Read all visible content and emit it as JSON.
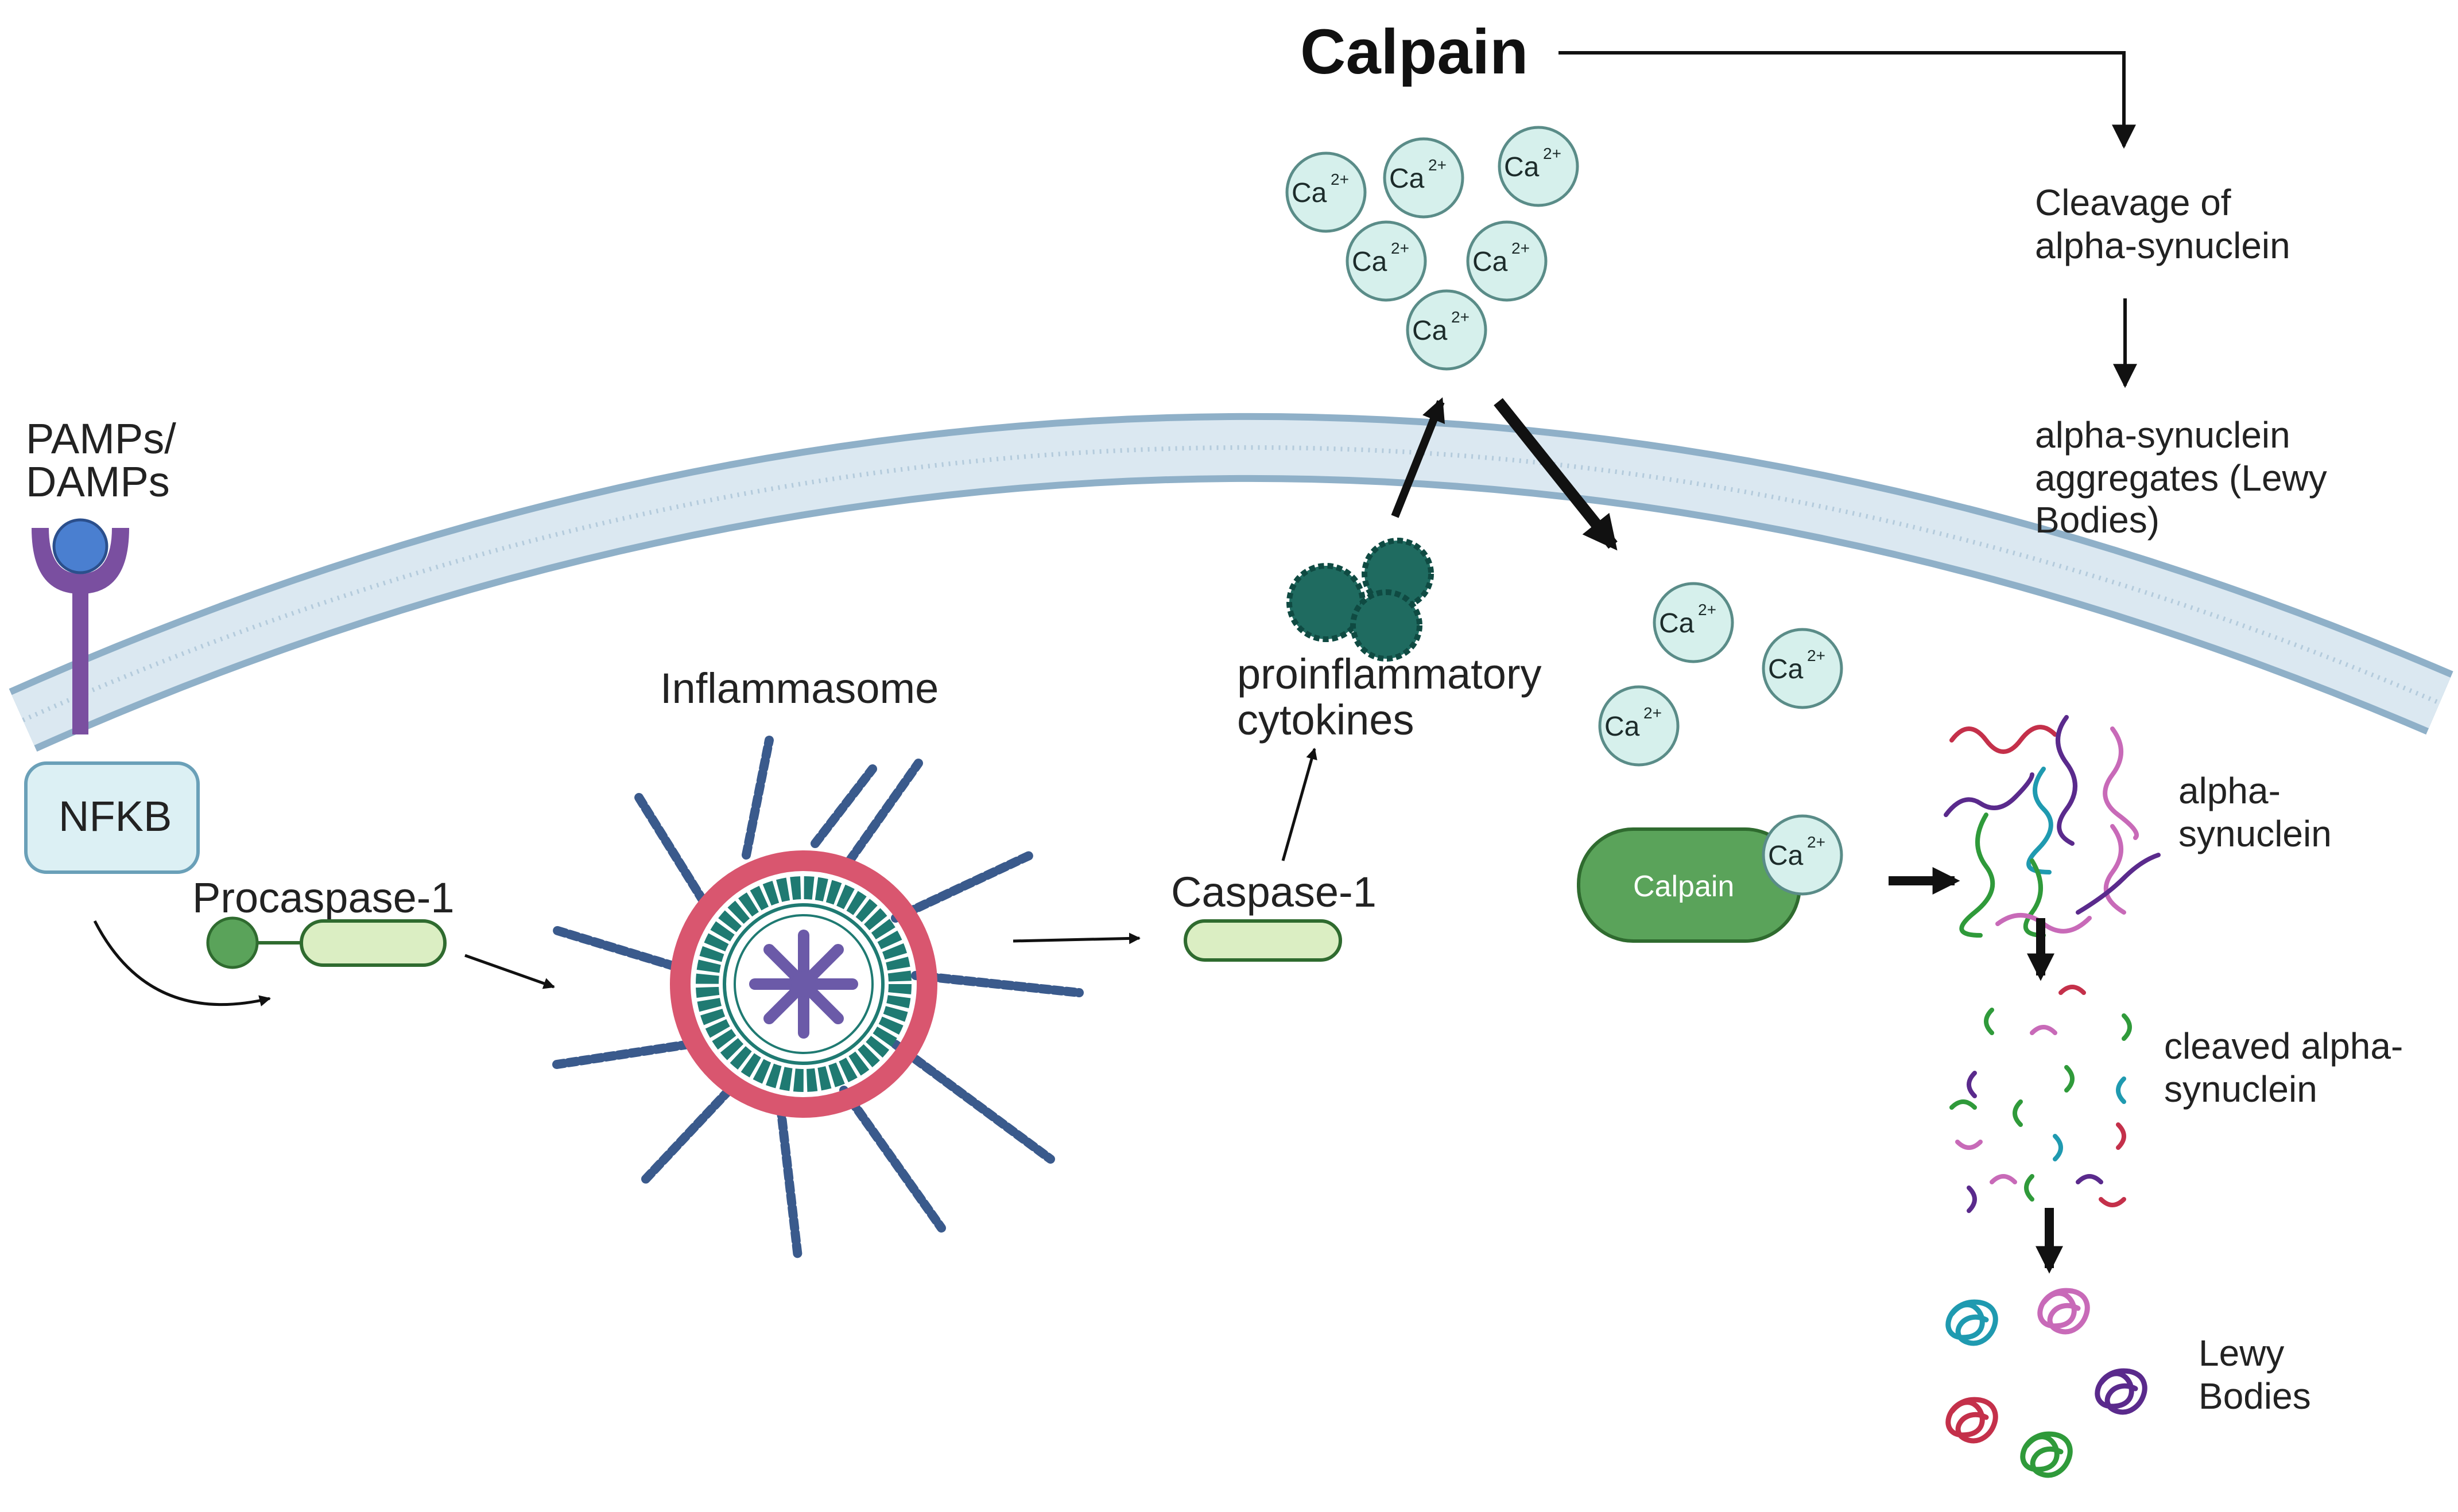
{
  "title": "Calpain",
  "labels": {
    "pamps": "PAMPs/",
    "damps": "DAMPs",
    "nfkb": "NFKB",
    "procaspase": "Procaspase-1",
    "inflammasome": "Inflammasome",
    "caspase": "Caspase-1",
    "cytokines_1": "proinflammatory",
    "cytokines_2": "cytokines",
    "calpain_enzyme": "Calpain",
    "alpha_1": "alpha-",
    "alpha_2": "synuclein",
    "cleaved_1": "cleaved alpha-",
    "cleaved_2": "synuclein",
    "lewy_1": "Lewy",
    "lewy_2": "Bodies"
  },
  "side_pathway": {
    "step1_line1": "Cleavage of",
    "step1_line2": "alpha-synuclein",
    "step2_line1": "alpha-synuclein",
    "step2_line2": "aggregates (Lewy",
    "step2_line3": "Bodies)"
  },
  "ion": {
    "symbol": "Ca",
    "charge": "2+"
  },
  "colors": {
    "membrane": "#a9c3d6",
    "calcium_fill": "#d6f0ec",
    "calcium_stroke": "#5a8c88",
    "calpain": "#5aa35a",
    "nfkb_fill": "#dcf0f4",
    "procaspase": "#5aa35a",
    "procaspase_body": "#dbeec3",
    "inflammasome_chain": "#3a5a8c",
    "inflammasome_ring": "#d9566f",
    "inflammasome_inner": "#1f7a72",
    "inflammasome_core": "#6b5aa8",
    "cytokine": "#1f6b60",
    "receptor": "#7a4fa0",
    "receptor_ligand": "#4a7fd0"
  }
}
